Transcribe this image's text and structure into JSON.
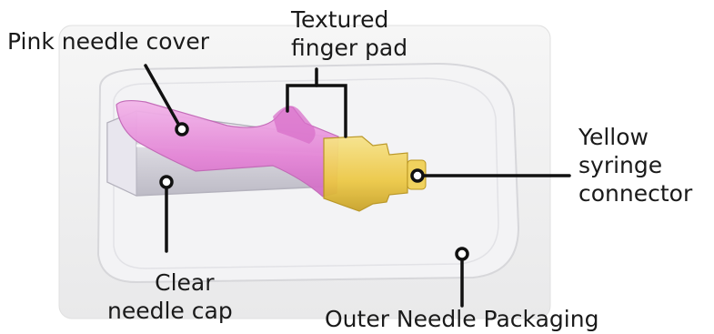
{
  "labels": {
    "pink_needle_cover": "Pink needle cover",
    "textured_finger_pad": [
      "Textured",
      "finger pad"
    ],
    "yellow_syringe_connector": [
      "Yellow",
      "syringe",
      "connector"
    ],
    "clear_needle_cap": [
      "Clear",
      "needle cap"
    ],
    "outer_needle_packaging": "Outer Needle Packaging"
  },
  "colors": {
    "pink_cover": "#e58ad6",
    "yellow_connector": "#f1d25a",
    "clear_cap": "#d9d6e2",
    "package": "#eeeeee",
    "callout": "#111111"
  }
}
